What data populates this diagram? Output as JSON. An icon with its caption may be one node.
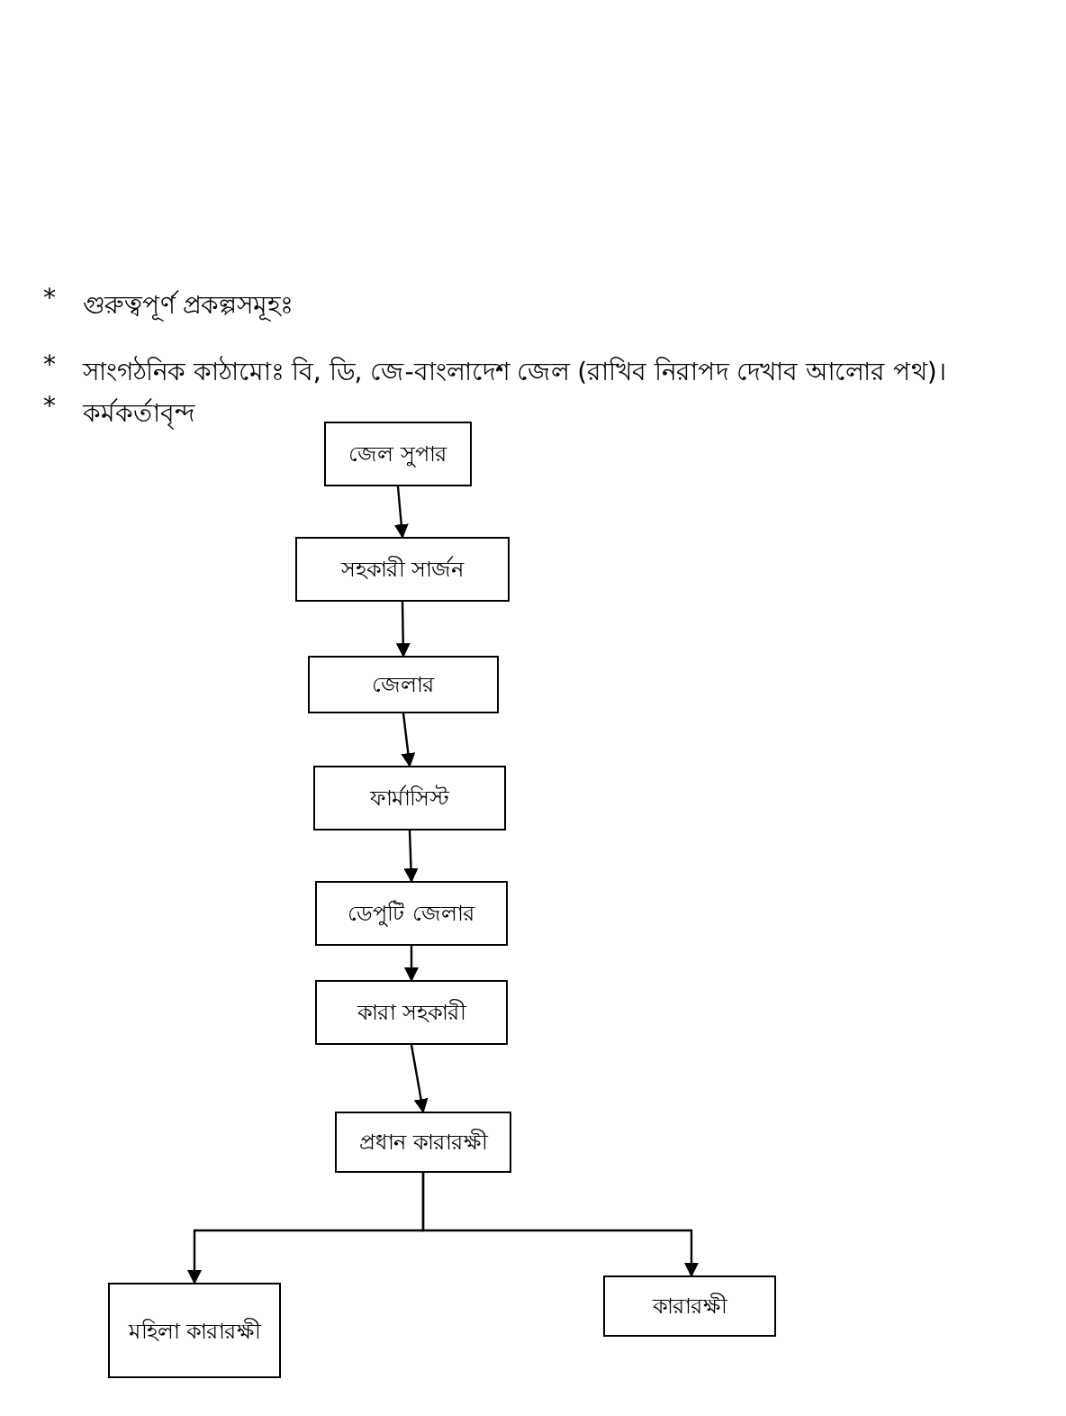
{
  "diagram": {
    "nodes": [
      {
        "text": [
          "জেল সুপার"
        ]
      },
      {
        "text": [
          "সহকারী সার্জন"
        ]
      },
      {
        "text": [
          "জেলার"
        ]
      },
      {
        "text": [
          "ফার্মাসিস্ট"
        ]
      },
      {
        "text": [
          "ডেপুটি জেলার"
        ]
      },
      {
        "text": [
          "কারা সহকারী"
        ]
      },
      {
        "text": [
          "প্রধান কারারক্ষী"
        ]
      },
      {
        "text": [
          "মহিলা কারারক্ষী"
        ]
      },
      {
        "text": [
          "কারারক্ষী"
        ]
      }
    ],
    "edges": [
      {
        "from": 0,
        "to": 1,
        "arrow": "to"
      },
      {
        "from": 1,
        "to": 2,
        "arrow": "to"
      },
      {
        "from": 2,
        "to": 3,
        "arrow": "to"
      },
      {
        "from": 3,
        "to": 4,
        "arrow": "to"
      },
      {
        "from": 4,
        "to": 5,
        "arrow": "to"
      },
      {
        "from": 5,
        "to": 6,
        "arrow": "to"
      },
      {
        "from": 6,
        "to": 7,
        "arrow": "to"
      },
      {
        "from": 6,
        "to": 8,
        "arrow": "to"
      }
    ],
    "labels": [
      "*",
      "গুরুত্বপূর্ণ প্রকল্পসমূহঃ",
      "*",
      "সাংগঠনিক কাঠামোঃ বি, ডি, জে-বাংলাদেশ জেল (রাখিব নিরাপদ দেখাব আলোর পথ)।",
      "*",
      "কর্মকর্তাবৃন্দ"
    ]
  }
}
